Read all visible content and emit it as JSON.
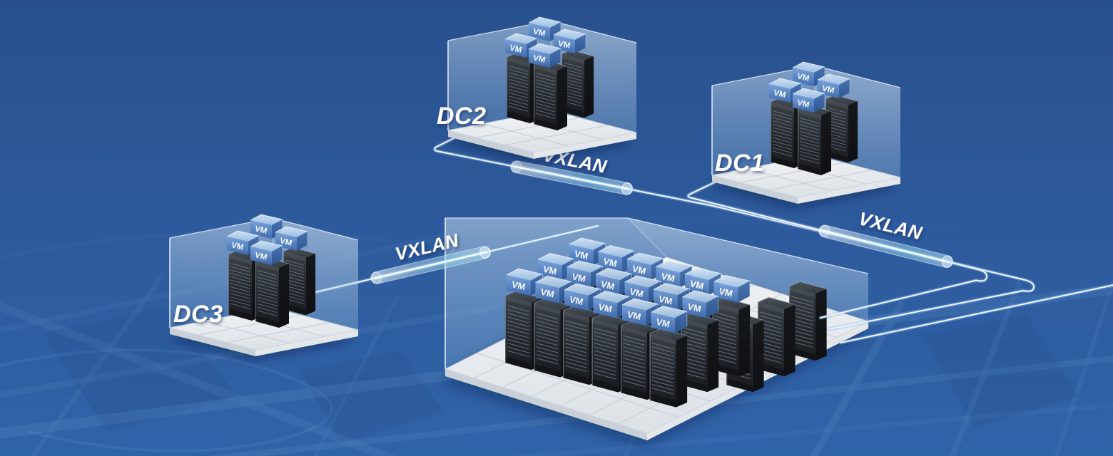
{
  "scene": {
    "description": "Isometric illustration of three data centers linked to a central data center by VXLAN tunnels over a city map",
    "vm_label": "VM",
    "datacenters": [
      {
        "id": "dc1",
        "label": "DC1",
        "servers": 3,
        "vm_count": 4
      },
      {
        "id": "dc2",
        "label": "DC2",
        "servers": 3,
        "vm_count": 4
      },
      {
        "id": "dc3",
        "label": "DC3",
        "servers": 3,
        "vm_count": 4
      },
      {
        "id": "core",
        "label": "",
        "servers": 21,
        "vm_count": 18
      }
    ],
    "tunnels": [
      {
        "id": "tunnel-dc2-core",
        "label": "VXLAN"
      },
      {
        "id": "tunnel-dc1-core",
        "label": "VXLAN"
      },
      {
        "id": "tunnel-dc3-core",
        "label": "VXLAN"
      }
    ],
    "colors": {
      "background": "#2c589b",
      "map_road": "#4a7cb8",
      "glass": "#bcd5ea",
      "platform": "#eef0f3",
      "server": "#23272d",
      "vm_front": "#4d7fc0",
      "vm_top": "#c2d9f0",
      "line": "#e8f2fc",
      "label": "#ffffff"
    }
  }
}
